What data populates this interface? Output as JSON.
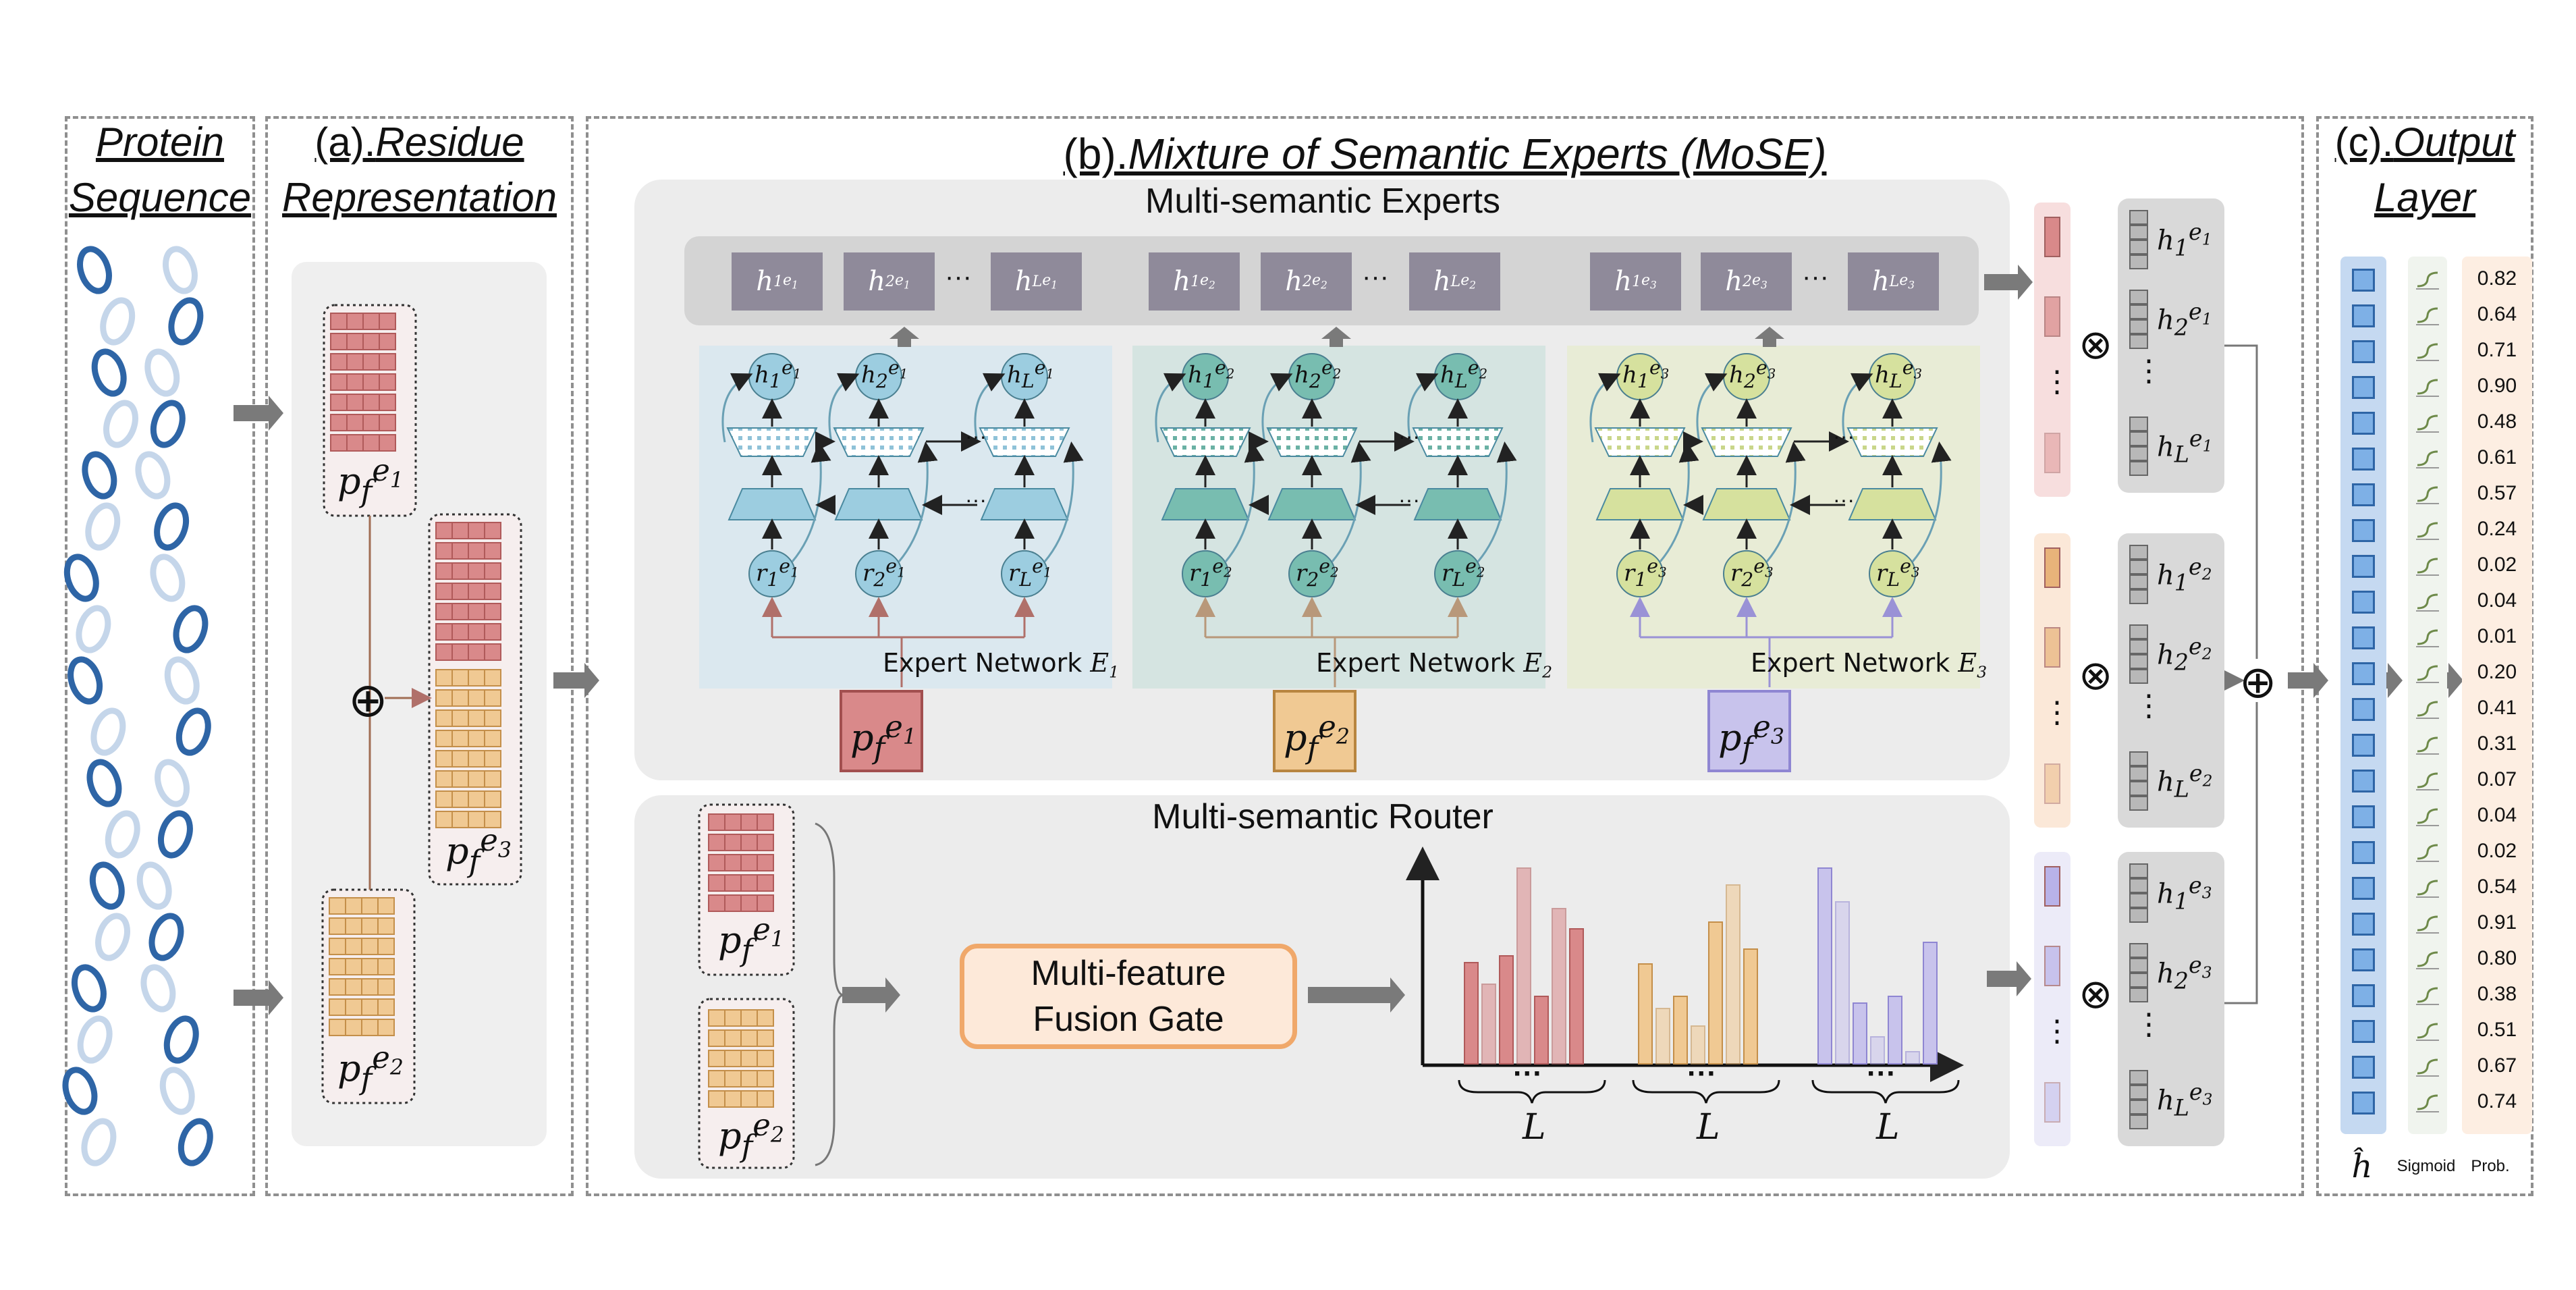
{
  "panels": {
    "protein_title": [
      "Protein",
      "Sequence"
    ],
    "residue_title_prefix": "(a).",
    "residue_title_rest": [
      "Residue",
      "Representation"
    ],
    "mose_title_prefix": "(b).",
    "mose_title_rest": "Mixture of Semantic Experts (MoSE)",
    "output_title_prefix": "(c).",
    "output_title_rest": [
      "Output",
      "Layer"
    ]
  },
  "experts": {
    "header": "Multi-semantic Experts",
    "networks": [
      {
        "label": "Expert Network",
        "sym": "E",
        "idx": "1",
        "color": "#9ccde0"
      },
      {
        "label": "Expert Network",
        "sym": "E",
        "idx": "2",
        "color": "#78bdb0"
      },
      {
        "label": "Expert Network",
        "sym": "E",
        "idx": "3",
        "color": "#d6e19e"
      }
    ],
    "ellipsis": "···",
    "hidden_label": {
      "base": "h",
      "sup": "e",
      "subs": [
        "1",
        "2",
        "L"
      ]
    },
    "r_label": {
      "base": "r",
      "sup": "e",
      "subs": [
        "1",
        "2",
        "L"
      ]
    }
  },
  "features": {
    "base": "p",
    "sub": "f",
    "sup": "e",
    "idx": [
      "1",
      "2",
      "3"
    ]
  },
  "router": {
    "header": "Multi-semantic Router",
    "gate_label": [
      "Multi-feature",
      "Fusion Gate"
    ],
    "axis_label": "L",
    "ellipsis": "···"
  },
  "ops": {
    "oplus": "⊕",
    "otimes": "⊗",
    "vdots": "⋮"
  },
  "output": {
    "col_labels": [
      "ĥ",
      "Sigmoid",
      "Prob."
    ],
    "probs": [
      "0.82",
      "0.64",
      "0.71",
      "0.90",
      "0.48",
      "0.61",
      "0.57",
      "0.24",
      "0.02",
      "0.04",
      "0.01",
      "0.20",
      "0.41",
      "0.31",
      "0.07",
      "0.04",
      "0.02",
      "0.54",
      "0.91",
      "0.80",
      "0.38",
      "0.51",
      "0.67",
      "0.74"
    ]
  },
  "colors": {
    "red": "#d9898a",
    "orange": "#f0c993",
    "purple": "#c8c3ec",
    "blue_seq": "#2e65a6",
    "gate_border": "#f0a86a",
    "gate_fill": "#fde9d9"
  }
}
